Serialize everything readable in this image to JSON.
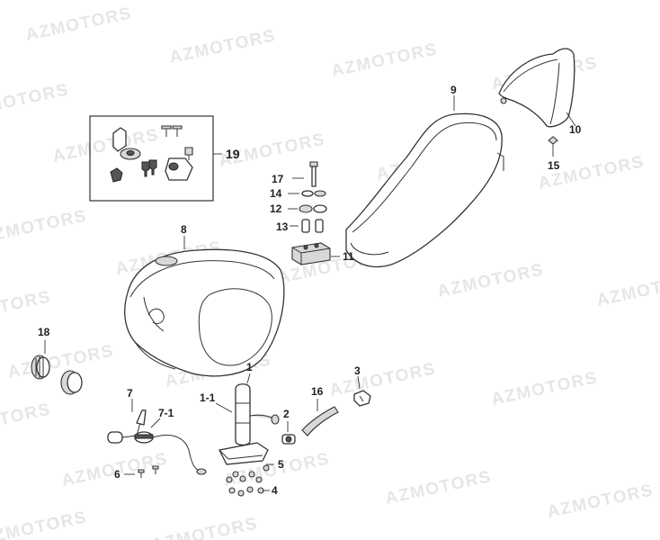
{
  "watermark": "AZMOTORS",
  "callouts": {
    "c1": "1",
    "c1_1": "1-1",
    "c2": "2",
    "c3": "3",
    "c4": "4",
    "c5": "5",
    "c6": "6",
    "c7": "7",
    "c7_1": "7-1",
    "c8": "8",
    "c9": "9",
    "c10": "10",
    "c11": "11",
    "c12": "12",
    "c13": "13",
    "c14": "14",
    "c15": "15",
    "c16": "16",
    "c17": "17",
    "c18": "18",
    "c19": "19"
  },
  "colors": {
    "line": "#333333",
    "watermark": "#e6e6e6",
    "background": "#ffffff"
  }
}
